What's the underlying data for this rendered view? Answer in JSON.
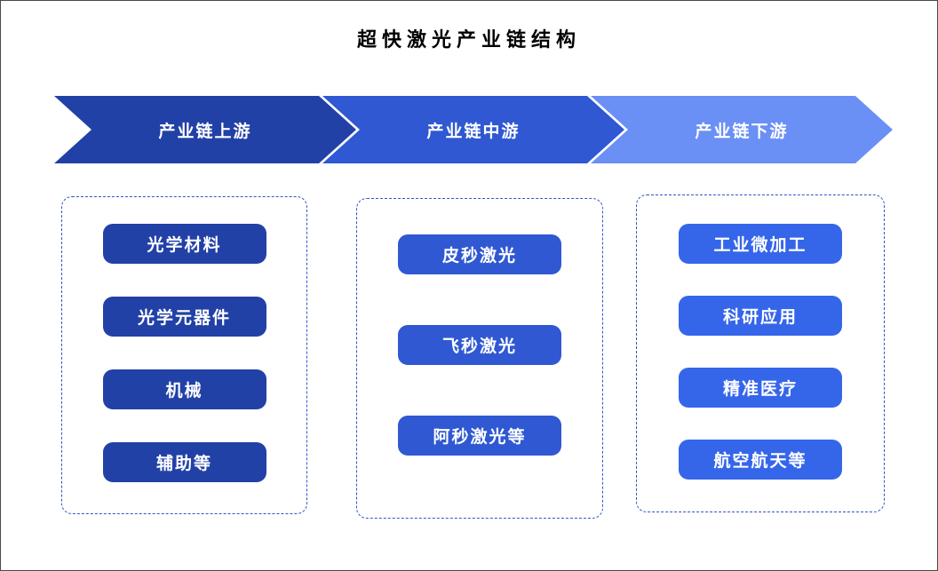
{
  "title": "超快激光产业链结构",
  "colors": {
    "upstream": "#2241A7",
    "midstream": "#2F58D2",
    "downstream_arrow": "#6A8FF5",
    "downstream_item": "#3566EA",
    "dashed_border": "#3355C4"
  },
  "columns": [
    {
      "arrow_label": "产业链上游",
      "items": [
        "光学材料",
        "光学元器件",
        "机械",
        "辅助等"
      ]
    },
    {
      "arrow_label": "产业链中游",
      "items": [
        "皮秒激光",
        "飞秒激光",
        "阿秒激光等"
      ]
    },
    {
      "arrow_label": "产业链下游",
      "items": [
        "工业微加工",
        "科研应用",
        "精准医疗",
        "航空航天等"
      ]
    }
  ]
}
